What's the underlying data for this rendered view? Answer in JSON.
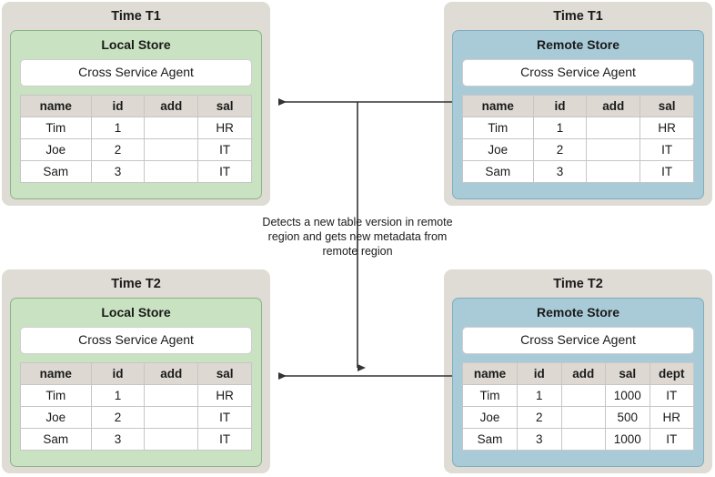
{
  "diagram": {
    "annotation": "Detects a new table version in remote region and gets new metadata from remote region",
    "agent_label": "Cross Service Agent",
    "colors": {
      "panel_bg": "#dfdbd5",
      "local_store": "#c9e2c1",
      "remote_store": "#a9cbd7",
      "table_header": "#ddd9d2",
      "arrow": "#333333"
    }
  },
  "panels": {
    "top_left": {
      "time_label": "Time T1",
      "store_label": "Local Store",
      "agent_label": "Cross Service Agent",
      "table": {
        "headers": [
          "name",
          "id",
          "add",
          "sal"
        ],
        "rows": [
          [
            "Tim",
            "1",
            "",
            "HR"
          ],
          [
            "Joe",
            "2",
            "",
            "IT"
          ],
          [
            "Sam",
            "3",
            "",
            "IT"
          ]
        ]
      }
    },
    "top_right": {
      "time_label": "Time T1",
      "store_label": "Remote Store",
      "agent_label": "Cross Service Agent",
      "table": {
        "headers": [
          "name",
          "id",
          "add",
          "sal"
        ],
        "rows": [
          [
            "Tim",
            "1",
            "",
            "HR"
          ],
          [
            "Joe",
            "2",
            "",
            "IT"
          ],
          [
            "Sam",
            "3",
            "",
            "IT"
          ]
        ]
      }
    },
    "bottom_left": {
      "time_label": "Time T2",
      "store_label": "Local Store",
      "agent_label": "Cross Service Agent",
      "table": {
        "headers": [
          "name",
          "id",
          "add",
          "sal"
        ],
        "rows": [
          [
            "Tim",
            "1",
            "",
            "HR"
          ],
          [
            "Joe",
            "2",
            "",
            "IT"
          ],
          [
            "Sam",
            "3",
            "",
            "IT"
          ]
        ]
      }
    },
    "bottom_right": {
      "time_label": "Time T2",
      "store_label": "Remote Store",
      "agent_label": "Cross Service Agent",
      "table": {
        "headers": [
          "name",
          "id",
          "add",
          "sal",
          "dept"
        ],
        "rows": [
          [
            "Tim",
            "1",
            "",
            "1000",
            "IT"
          ],
          [
            "Joe",
            "2",
            "",
            "500",
            "HR"
          ],
          [
            "Sam",
            "3",
            "",
            "1000",
            "IT"
          ]
        ]
      }
    }
  }
}
